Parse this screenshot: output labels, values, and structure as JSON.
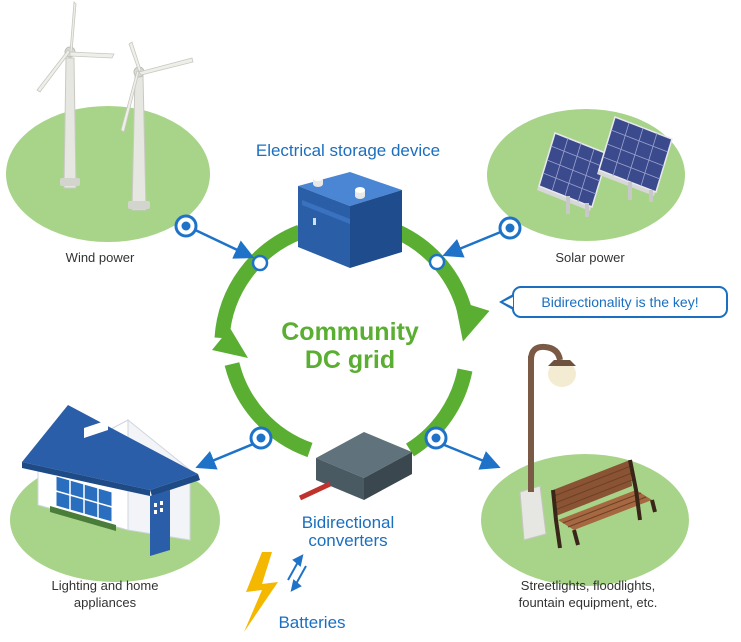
{
  "diagram": {
    "center_title_line1": "Community",
    "center_title_line2": "DC grid",
    "storage_label": "Electrical storage device",
    "wind_label": "Wind power",
    "solar_label": "Solar power",
    "callout_text": "Bidirectionality is the key!",
    "converters_line1": "Bidirectional",
    "converters_line2": "converters",
    "home_line1": "Lighting and home",
    "home_line2": "appliances",
    "street_line1": "Streetlights, floodlights,",
    "street_line2": "fountain equipment, etc.",
    "batteries_label": "Batteries"
  },
  "colors": {
    "grid_green": "#5aae32",
    "field_green": "#a8d48a",
    "label_blue": "#1a6fc0",
    "node_blue": "#1e73c8",
    "bolt_yellow": "#f5b800"
  },
  "icons": [
    "wind-turbine-icon",
    "solar-panel-icon",
    "battery-icon",
    "house-icon",
    "streetlight-icon",
    "bench-icon",
    "converter-icon",
    "lightning-bolt-icon",
    "bidirectional-arrows-icon"
  ]
}
